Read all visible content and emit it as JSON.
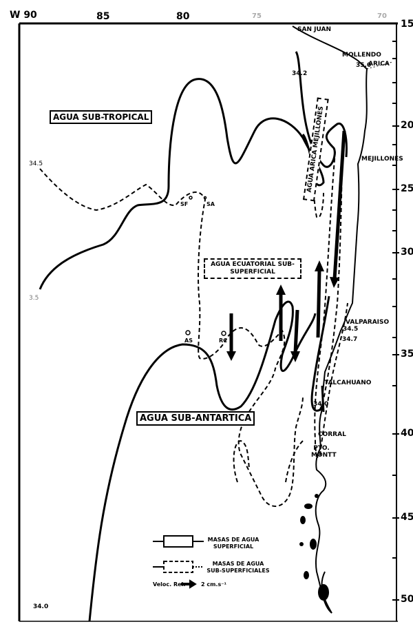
{
  "axes": {
    "top": [
      "W 90",
      "85",
      "80",
      "75",
      "70"
    ],
    "right": [
      "15",
      "20",
      "25",
      "30",
      "35",
      "40",
      "45",
      "50"
    ]
  },
  "water_masses": {
    "subtropical": "AGUA SUB-TROPICAL",
    "subantarctic": "AGUA SUB-ANTARTICA",
    "equatorial": "AGUA ECUATORIAL SUB-SUPERFICIAL",
    "arica_mejillones": "AGUA ARICA MEJILLONES"
  },
  "places": [
    "SAN JUAN",
    "MOLLENDO",
    "ARICA",
    "MEJILLONES",
    "VALPARAISO",
    "TALCAHUANO",
    "CORRAL",
    "PTO. MONTT"
  ],
  "isolines": {
    "mollendo": "35.0",
    "north": "34.2",
    "west_top": "34.5",
    "west_bottom": "3.5",
    "valparaiso_a": "34.5",
    "valparaiso_b": "34.7",
    "talcahuano": "34.0",
    "south_west": "34.0"
  },
  "stations": [
    "SF",
    "SA",
    "AS",
    "RC"
  ],
  "legend": {
    "surface": "MASAS DE AGUA SUPERFICIAL",
    "subsurface": "MASAS DE AGUA SUB-SUPERFICIALES",
    "velocity_label": "Veloc. Rel.",
    "velocity_value": "2 cm.s⁻¹"
  }
}
